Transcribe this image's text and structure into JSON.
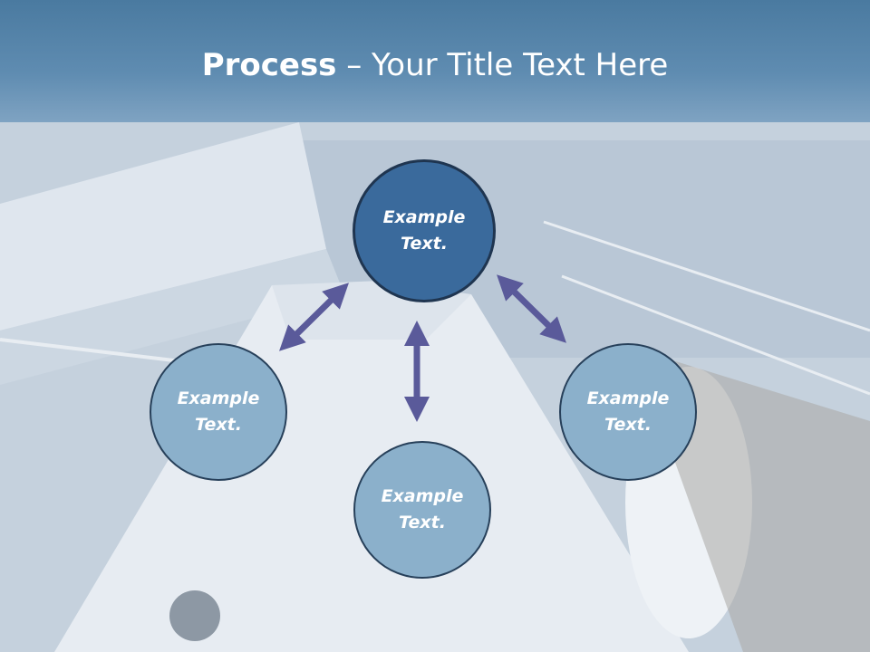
{
  "title": {
    "bold": "Process",
    "rest": " – Your Title Text Here"
  },
  "nodes": {
    "top": "Example Text.",
    "left": "Example Text.",
    "right": "Example Text.",
    "bottom": "Example Text."
  },
  "colors": {
    "main_node": "#3a6a9c",
    "sub_node": "#8bb0cb",
    "arrow": "#5a5a9a"
  }
}
